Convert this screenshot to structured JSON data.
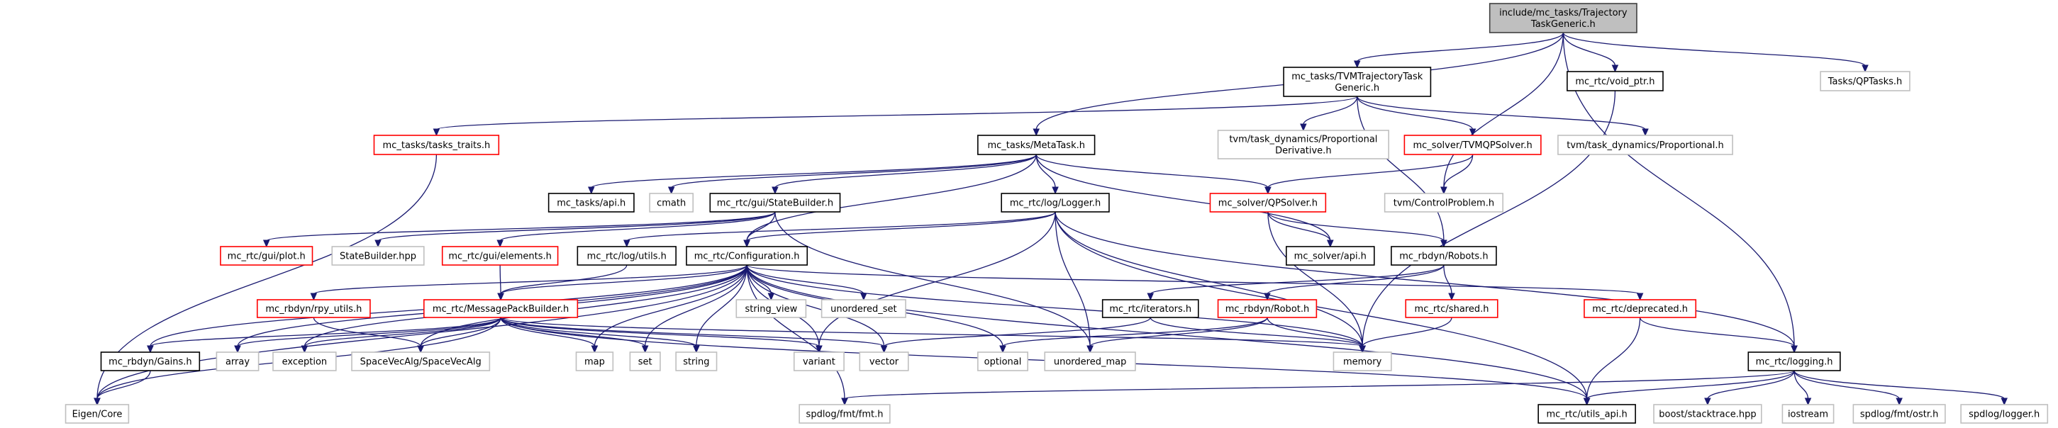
{
  "diagram": {
    "title": "include/mc_tasks/TrajectoryTaskGeneric.h include dependency graph",
    "colors": {
      "edge": "#191970",
      "root_fill": "#bfbfbf",
      "root_border": "#404040",
      "documented_border": "#000000",
      "incomplete_border": "#ff0000",
      "external_border": "#bfbfbf"
    },
    "nodes": [
      {
        "id": "root",
        "lines": [
          "include/mc_tasks/Trajectory",
          "TaskGeneric.h"
        ],
        "kind": "root"
      },
      {
        "id": "tvm_traj",
        "lines": [
          "mc_tasks/TVMTrajectoryTask",
          "Generic.h"
        ],
        "kind": "documented"
      },
      {
        "id": "void_ptr",
        "lines": [
          "mc_rtc/void_ptr.h"
        ],
        "kind": "documented"
      },
      {
        "id": "qptasks",
        "lines": [
          "Tasks/QPTasks.h"
        ],
        "kind": "external"
      },
      {
        "id": "tasks_traits",
        "lines": [
          "mc_tasks/tasks_traits.h"
        ],
        "kind": "incomplete"
      },
      {
        "id": "metatask",
        "lines": [
          "mc_tasks/MetaTask.h"
        ],
        "kind": "documented"
      },
      {
        "id": "tvm_pd",
        "lines": [
          "tvm/task_dynamics/Proportional",
          "Derivative.h"
        ],
        "kind": "external"
      },
      {
        "id": "tvmqpsolver",
        "lines": [
          "mc_solver/TVMQPSolver.h"
        ],
        "kind": "incomplete"
      },
      {
        "id": "tvm_p",
        "lines": [
          "tvm/task_dynamics/Proportional.h"
        ],
        "kind": "external"
      },
      {
        "id": "tasks_api",
        "lines": [
          "mc_tasks/api.h"
        ],
        "kind": "documented"
      },
      {
        "id": "cmath",
        "lines": [
          "cmath"
        ],
        "kind": "external"
      },
      {
        "id": "statebuilder",
        "lines": [
          "mc_rtc/gui/StateBuilder.h"
        ],
        "kind": "documented"
      },
      {
        "id": "logger",
        "lines": [
          "mc_rtc/log/Logger.h"
        ],
        "kind": "documented"
      },
      {
        "id": "qpsolver",
        "lines": [
          "mc_solver/QPSolver.h"
        ],
        "kind": "incomplete"
      },
      {
        "id": "controlproblem",
        "lines": [
          "tvm/ControlProblem.h"
        ],
        "kind": "external"
      },
      {
        "id": "plot",
        "lines": [
          "mc_rtc/gui/plot.h"
        ],
        "kind": "incomplete"
      },
      {
        "id": "statebuilder_hpp",
        "lines": [
          "StateBuilder.hpp"
        ],
        "kind": "external"
      },
      {
        "id": "elements",
        "lines": [
          "mc_rtc/gui/elements.h"
        ],
        "kind": "incomplete"
      },
      {
        "id": "log_utils",
        "lines": [
          "mc_rtc/log/utils.h"
        ],
        "kind": "documented"
      },
      {
        "id": "configuration",
        "lines": [
          "mc_rtc/Configuration.h"
        ],
        "kind": "documented"
      },
      {
        "id": "solver_api",
        "lines": [
          "mc_solver/api.h"
        ],
        "kind": "documented"
      },
      {
        "id": "robots",
        "lines": [
          "mc_rbdyn/Robots.h"
        ],
        "kind": "documented"
      },
      {
        "id": "rpy_utils",
        "lines": [
          "mc_rbdyn/rpy_utils.h"
        ],
        "kind": "incomplete"
      },
      {
        "id": "msgpack",
        "lines": [
          "mc_rtc/MessagePackBuilder.h"
        ],
        "kind": "incomplete"
      },
      {
        "id": "string_view",
        "lines": [
          "string_view"
        ],
        "kind": "external"
      },
      {
        "id": "unordered_set",
        "lines": [
          "unordered_set"
        ],
        "kind": "external"
      },
      {
        "id": "iterators",
        "lines": [
          "mc_rtc/iterators.h"
        ],
        "kind": "documented"
      },
      {
        "id": "robot",
        "lines": [
          "mc_rbdyn/Robot.h"
        ],
        "kind": "incomplete"
      },
      {
        "id": "shared",
        "lines": [
          "mc_rtc/shared.h"
        ],
        "kind": "incomplete"
      },
      {
        "id": "deprecated",
        "lines": [
          "mc_rtc/deprecated.h"
        ],
        "kind": "incomplete"
      },
      {
        "id": "gains",
        "lines": [
          "mc_rbdyn/Gains.h"
        ],
        "kind": "documented"
      },
      {
        "id": "array",
        "lines": [
          "array"
        ],
        "kind": "external"
      },
      {
        "id": "exception",
        "lines": [
          "exception"
        ],
        "kind": "external"
      },
      {
        "id": "spacevecalg",
        "lines": [
          "SpaceVecAlg/SpaceVecAlg"
        ],
        "kind": "external"
      },
      {
        "id": "map",
        "lines": [
          "map"
        ],
        "kind": "external"
      },
      {
        "id": "set",
        "lines": [
          "set"
        ],
        "kind": "external"
      },
      {
        "id": "string",
        "lines": [
          "string"
        ],
        "kind": "external"
      },
      {
        "id": "variant",
        "lines": [
          "variant"
        ],
        "kind": "external"
      },
      {
        "id": "vector",
        "lines": [
          "vector"
        ],
        "kind": "external"
      },
      {
        "id": "optional",
        "lines": [
          "optional"
        ],
        "kind": "external"
      },
      {
        "id": "unordered_map",
        "lines": [
          "unordered_map"
        ],
        "kind": "external"
      },
      {
        "id": "memory",
        "lines": [
          "memory"
        ],
        "kind": "external"
      },
      {
        "id": "logging",
        "lines": [
          "mc_rtc/logging.h"
        ],
        "kind": "documented"
      },
      {
        "id": "eigen_core",
        "lines": [
          "Eigen/Core"
        ],
        "kind": "external"
      },
      {
        "id": "fmt",
        "lines": [
          "spdlog/fmt/fmt.h"
        ],
        "kind": "external"
      },
      {
        "id": "utils_api",
        "lines": [
          "mc_rtc/utils_api.h"
        ],
        "kind": "documented"
      },
      {
        "id": "stacktrace",
        "lines": [
          "boost/stacktrace.hpp"
        ],
        "kind": "external"
      },
      {
        "id": "iostream",
        "lines": [
          "iostream"
        ],
        "kind": "external"
      },
      {
        "id": "ostr",
        "lines": [
          "spdlog/fmt/ostr.h"
        ],
        "kind": "external"
      },
      {
        "id": "spdlog_logger",
        "lines": [
          "spdlog/logger.h"
        ],
        "kind": "external"
      }
    ],
    "edges": [
      [
        "root",
        "tvm_traj"
      ],
      [
        "root",
        "void_ptr"
      ],
      [
        "root",
        "qptasks"
      ],
      [
        "root",
        "metatask"
      ],
      [
        "root",
        "logging"
      ],
      [
        "root",
        "controlproblem"
      ],
      [
        "tvm_traj",
        "tasks_traits"
      ],
      [
        "tvm_traj",
        "tvm_pd"
      ],
      [
        "tvm_traj",
        "tvmqpsolver"
      ],
      [
        "tvm_traj",
        "tvm_p"
      ],
      [
        "tvm_traj",
        "robots"
      ],
      [
        "void_ptr",
        "memory"
      ],
      [
        "tasks_traits",
        "eigen_core"
      ],
      [
        "metatask",
        "tasks_api"
      ],
      [
        "metatask",
        "cmath"
      ],
      [
        "metatask",
        "statebuilder"
      ],
      [
        "metatask",
        "logger"
      ],
      [
        "metatask",
        "qpsolver"
      ],
      [
        "metatask",
        "configuration"
      ],
      [
        "metatask",
        "solver_api"
      ],
      [
        "tvmqpsolver",
        "qpsolver"
      ],
      [
        "tvmqpsolver",
        "controlproblem"
      ],
      [
        "statebuilder",
        "plot"
      ],
      [
        "statebuilder",
        "statebuilder_hpp"
      ],
      [
        "statebuilder",
        "elements"
      ],
      [
        "statebuilder",
        "configuration"
      ],
      [
        "statebuilder",
        "unordered_map"
      ],
      [
        "logger",
        "log_utils"
      ],
      [
        "logger",
        "configuration"
      ],
      [
        "logger",
        "variant"
      ],
      [
        "logger",
        "unordered_map"
      ],
      [
        "logger",
        "memory"
      ],
      [
        "logger",
        "utils_api"
      ],
      [
        "logger",
        "logging"
      ],
      [
        "qpsolver",
        "solver_api"
      ],
      [
        "qpsolver",
        "robots"
      ],
      [
        "qpsolver",
        "memory"
      ],
      [
        "elements",
        "msgpack"
      ],
      [
        "log_utils",
        "msgpack"
      ],
      [
        "configuration",
        "rpy_utils"
      ],
      [
        "configuration",
        "msgpack"
      ],
      [
        "configuration",
        "string_view"
      ],
      [
        "configuration",
        "unordered_set"
      ],
      [
        "configuration",
        "gains"
      ],
      [
        "configuration",
        "array"
      ],
      [
        "configuration",
        "exception"
      ],
      [
        "configuration",
        "spacevecalg"
      ],
      [
        "configuration",
        "map"
      ],
      [
        "configuration",
        "set"
      ],
      [
        "configuration",
        "string"
      ],
      [
        "configuration",
        "variant"
      ],
      [
        "configuration",
        "vector"
      ],
      [
        "configuration",
        "optional"
      ],
      [
        "configuration",
        "memory"
      ],
      [
        "configuration",
        "deprecated"
      ],
      [
        "configuration",
        "eigen_core"
      ],
      [
        "configuration",
        "fmt"
      ],
      [
        "configuration",
        "utils_api"
      ],
      [
        "robots",
        "iterators"
      ],
      [
        "robots",
        "robot"
      ],
      [
        "robots",
        "shared"
      ],
      [
        "rpy_utils",
        "spacevecalg"
      ],
      [
        "msgpack",
        "gains"
      ],
      [
        "msgpack",
        "array"
      ],
      [
        "msgpack",
        "exception"
      ],
      [
        "msgpack",
        "spacevecalg"
      ],
      [
        "msgpack",
        "map"
      ],
      [
        "msgpack",
        "set"
      ],
      [
        "msgpack",
        "string"
      ],
      [
        "msgpack",
        "variant"
      ],
      [
        "msgpack",
        "vector"
      ],
      [
        "msgpack",
        "memory"
      ],
      [
        "msgpack",
        "eigen_core"
      ],
      [
        "msgpack",
        "utils_api"
      ],
      [
        "iterators",
        "vector"
      ],
      [
        "iterators",
        "memory"
      ],
      [
        "robot",
        "optional"
      ],
      [
        "robot",
        "unordered_map"
      ],
      [
        "robot",
        "memory"
      ],
      [
        "shared",
        "memory"
      ],
      [
        "deprecated",
        "logging"
      ],
      [
        "deprecated",
        "utils_api"
      ],
      [
        "gains",
        "eigen_core"
      ],
      [
        "logging",
        "fmt"
      ],
      [
        "logging",
        "utils_api"
      ],
      [
        "logging",
        "stacktrace"
      ],
      [
        "logging",
        "iostream"
      ],
      [
        "logging",
        "ostr"
      ],
      [
        "logging",
        "spdlog_logger"
      ]
    ]
  }
}
